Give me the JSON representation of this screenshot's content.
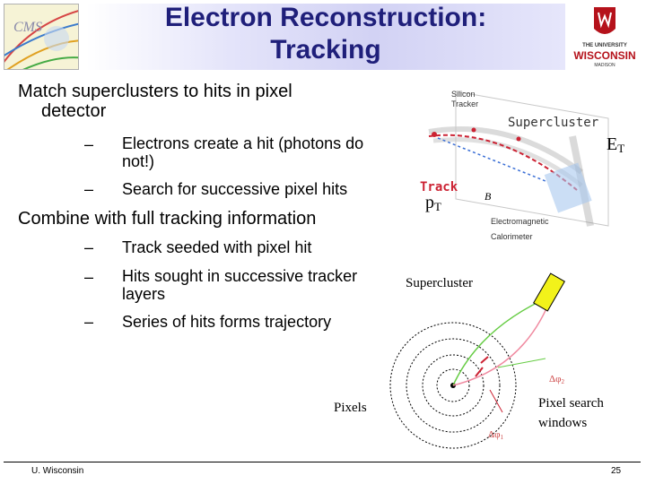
{
  "title": {
    "line1": "Electron Reconstruction:",
    "line2": "Tracking"
  },
  "logo_left": "CMS",
  "logo_right": {
    "line1": "THE UNIVERSITY",
    "line2": "WISCONSIN",
    "line3": "MADISON"
  },
  "bullets": {
    "match": {
      "line1": "Match superclusters to hits in pixel",
      "line2": "detector"
    },
    "sub1": {
      "line1": "Electrons create a hit (photons do",
      "line2": "not!)"
    },
    "sub2": "Search for successive pixel hits",
    "combine": "Combine with full tracking information",
    "sub3": "Track seeded with pixel hit",
    "sub4": {
      "line1": "Hits sought in successive tracker",
      "line2": "layers"
    },
    "sub5": "Series of hits forms trajectory",
    "dash": "–"
  },
  "diagram_top": {
    "silicon_tracker": {
      "line1": "Silicon",
      "line2": "Tracker"
    },
    "supercluster": "Supercluster",
    "et": "E",
    "et_sub": "T",
    "track": "Track",
    "pt": "p",
    "pt_sub": "T",
    "bfield": "B",
    "ecal": {
      "line1": "Electromagnetic",
      "line2": "Calorimeter"
    }
  },
  "diagram_bottom": {
    "supercluster": "Supercluster",
    "pixels": "Pixels",
    "pixel_search": {
      "line1": "Pixel search",
      "line2": "windows"
    },
    "dphi2": "Δφ",
    "dphi2_sub": "2",
    "dphi1": "Δφ",
    "dphi1_sub": "1"
  },
  "footer": {
    "left": "U. Wisconsin",
    "page": "25"
  },
  "colors": {
    "title": "#1f1f7a",
    "track_red": "#cc2233",
    "supercluster_yellow": "#f2f21a",
    "green_path": "#66cc44",
    "pink_path": "#f08aa0"
  }
}
